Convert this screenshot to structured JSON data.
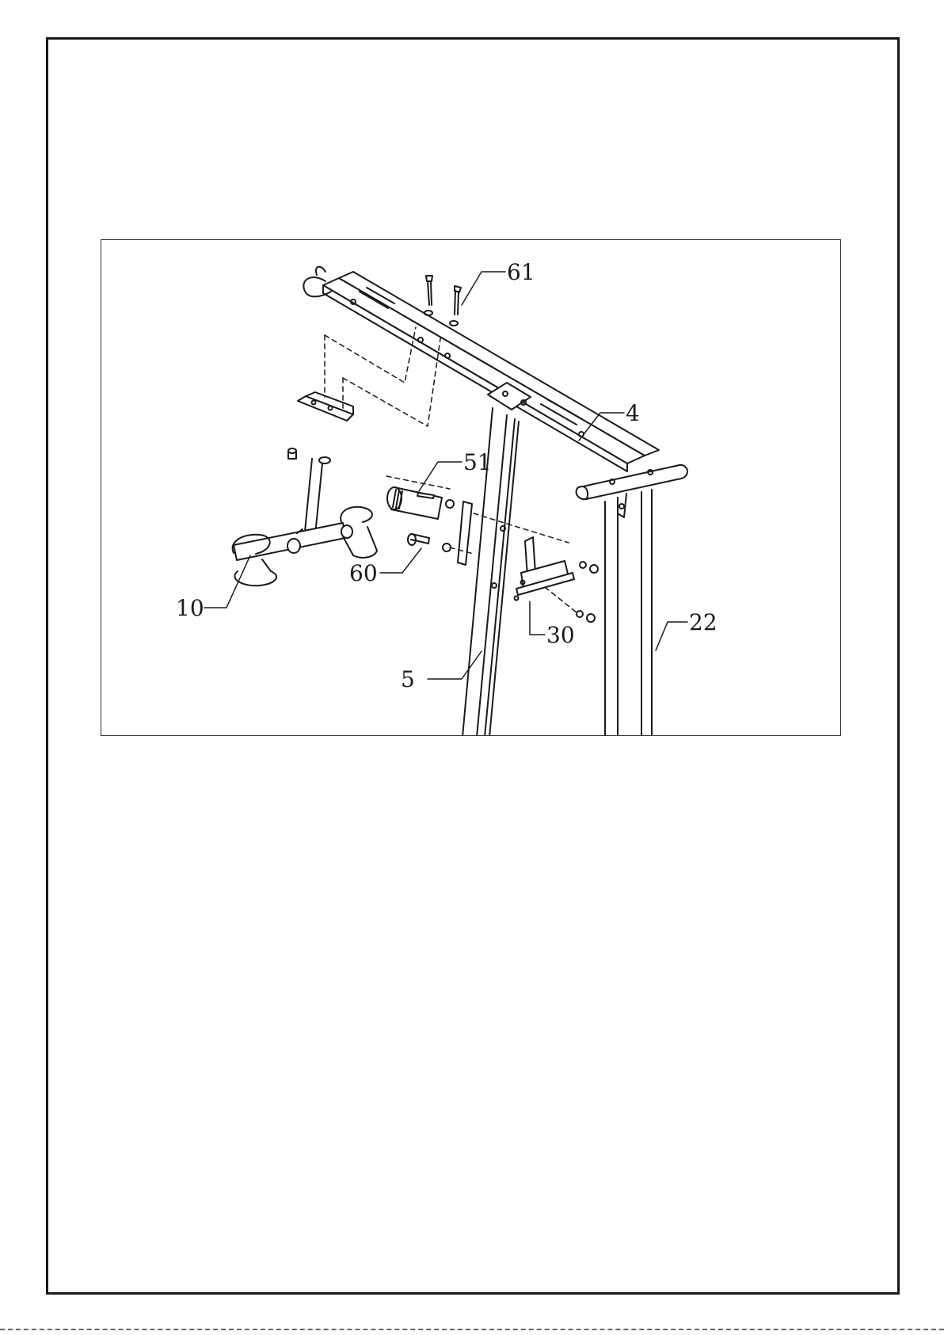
{
  "callouts": {
    "part_61": "61",
    "part_4": "4",
    "part_51": "51",
    "part_60": "60",
    "part_10": "10",
    "part_30": "30",
    "part_22": "22",
    "part_5": "5"
  },
  "colors": {
    "line": "#1a1a1a",
    "frame": "#1a1a1a",
    "background": "#ffffff"
  }
}
